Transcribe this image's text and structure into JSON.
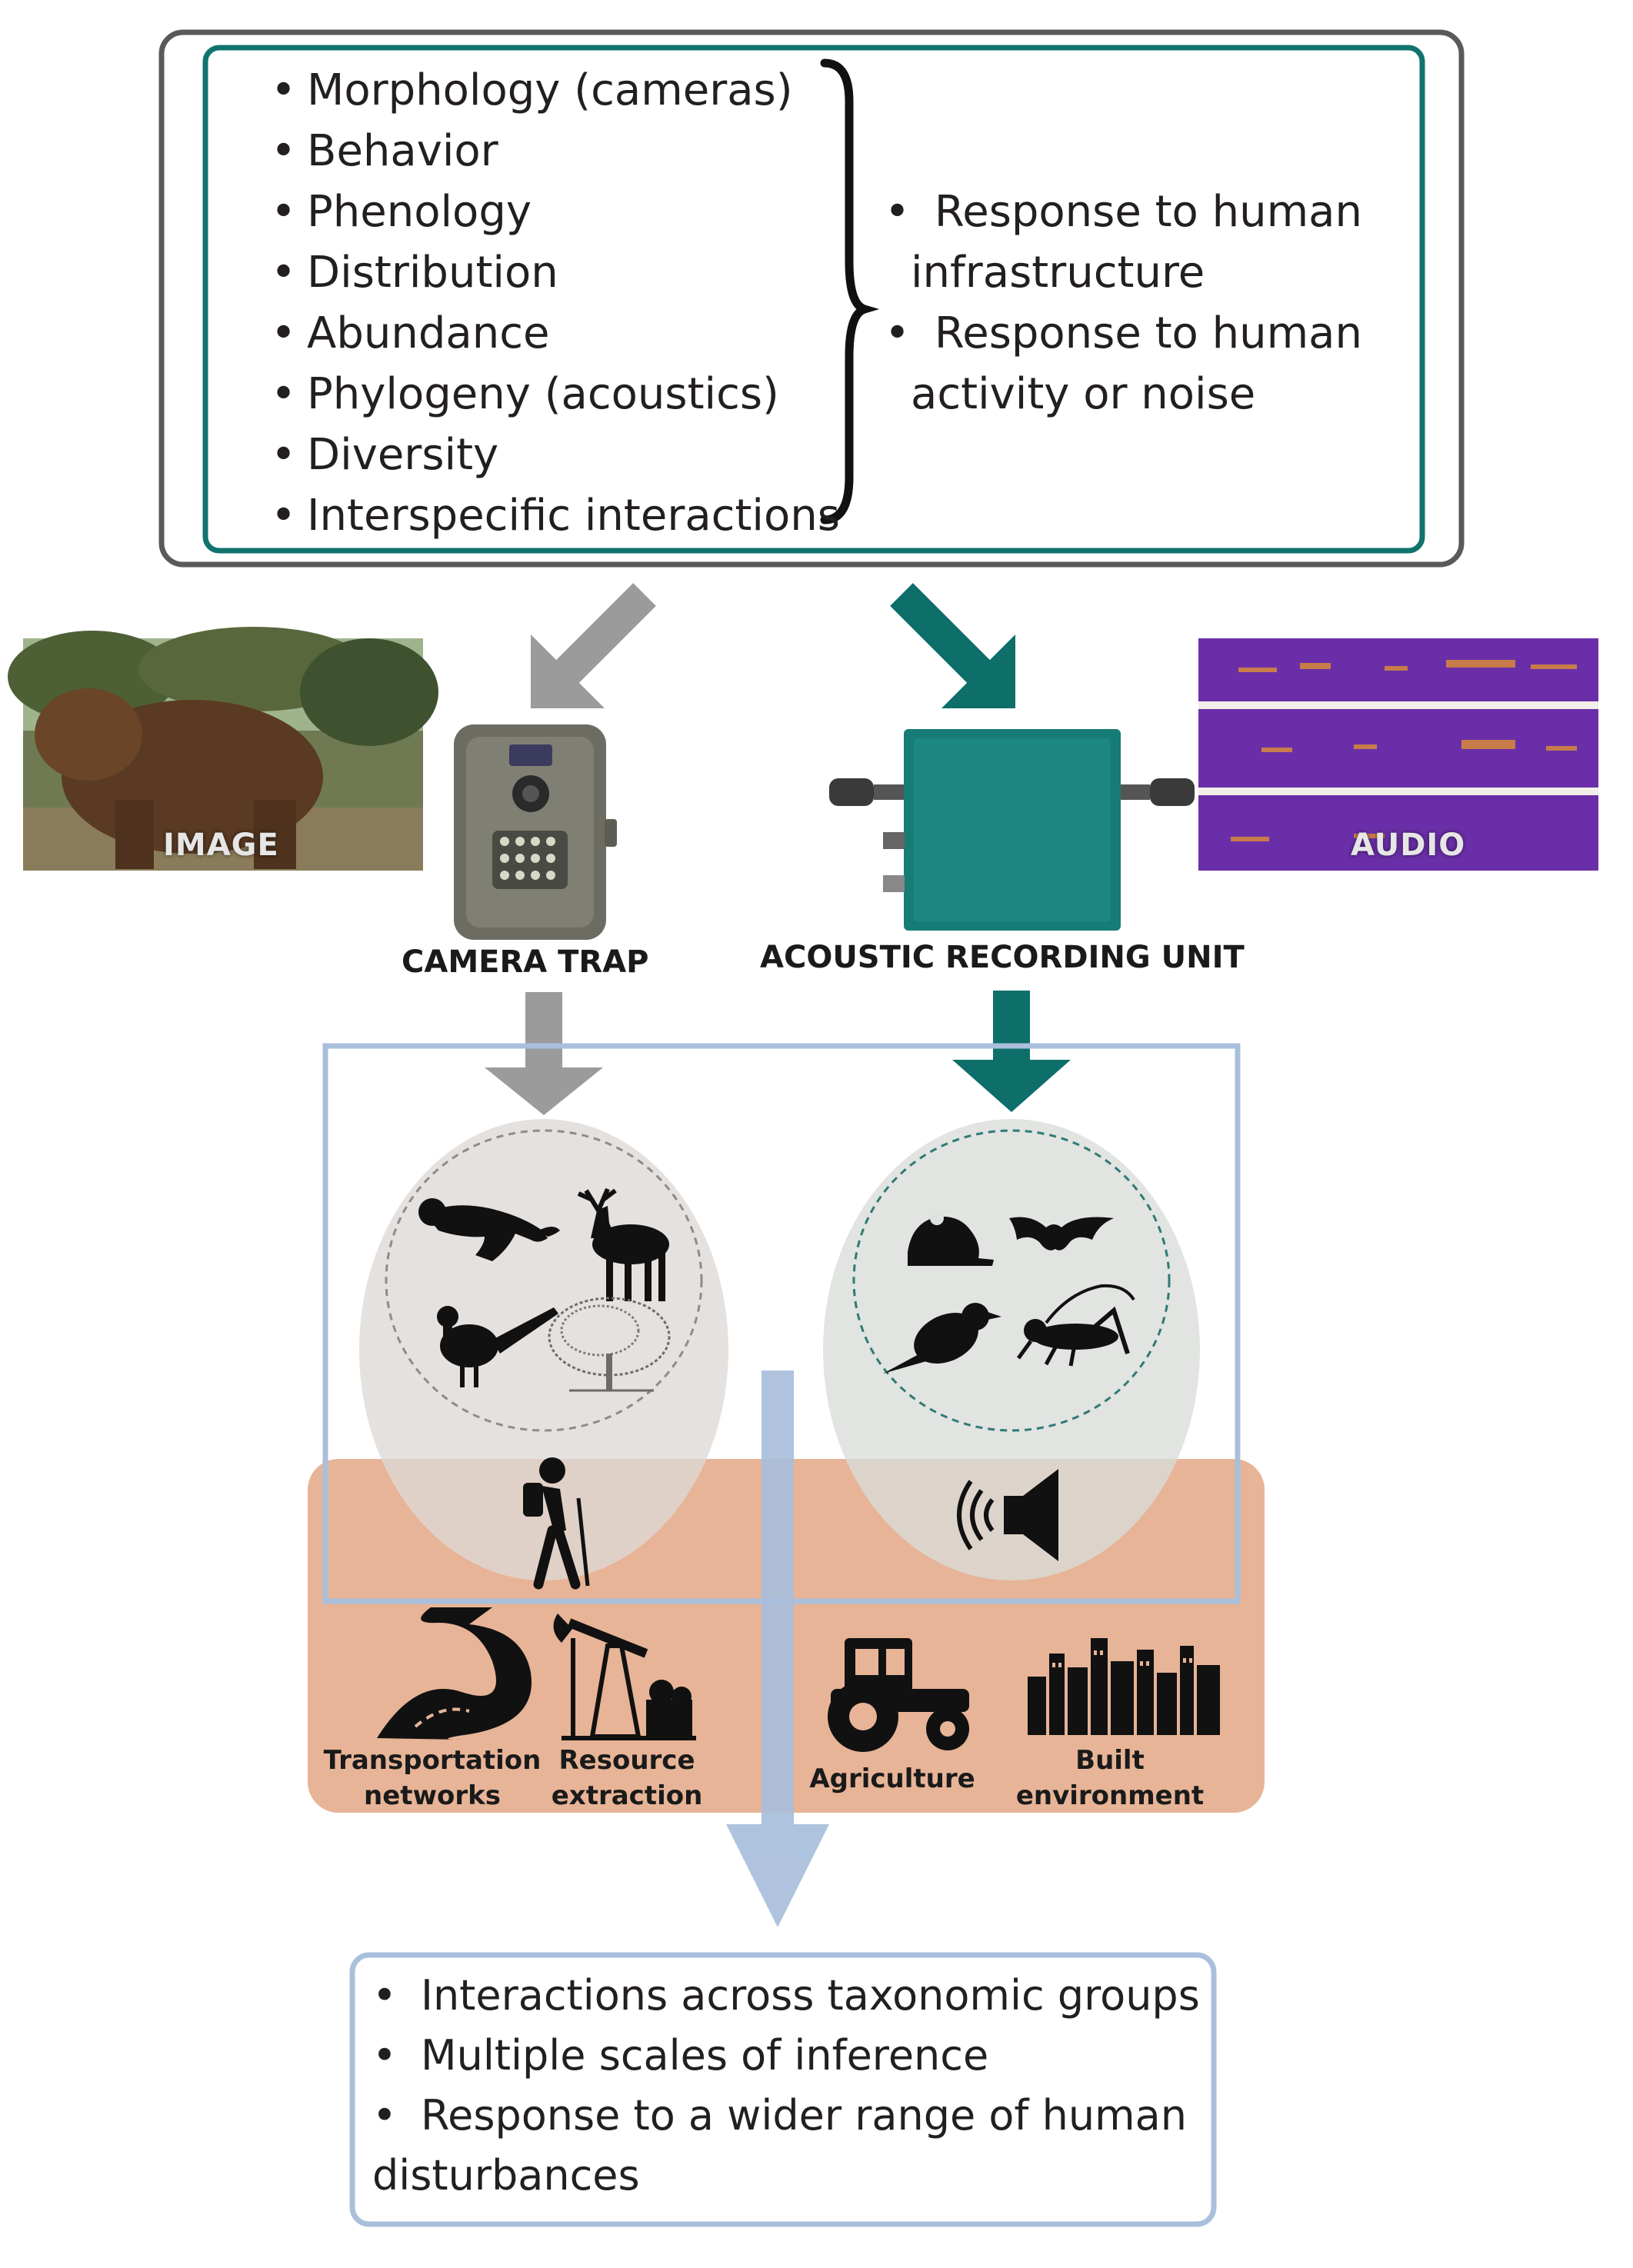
{
  "top_box": {
    "metrics": [
      "Morphology (cameras)",
      "Behavior",
      "Phenology",
      "Distribution",
      "Abundance",
      "Phylogeny (acoustics)",
      "Diversity",
      "Interspecific interactions"
    ],
    "responses": [
      {
        "line1": "Response to human",
        "line2": "infrastructure"
      },
      {
        "line1": "Response to human",
        "line2": "activity or noise"
      }
    ]
  },
  "photos": {
    "image_label": "IMAGE",
    "audio_label": "AUDIO"
  },
  "devices": {
    "camera_label": "CAMERA TRAP",
    "aru_label": "ACOUSTIC RECORDING UNIT"
  },
  "disturbances": [
    {
      "line1": "Transportation",
      "line2": "networks",
      "icon": "road-icon"
    },
    {
      "line1": "Resource",
      "line2": "extraction",
      "icon": "oil-pump-icon"
    },
    {
      "line1": "Agriculture",
      "line2": "",
      "icon": "tractor-icon"
    },
    {
      "line1": "Built",
      "line2": "environment",
      "icon": "city-skyline-icon"
    }
  ],
  "bottom_box": {
    "items": [
      {
        "line1": "Interactions across taxonomic groups",
        "line2": ""
      },
      {
        "line1": "Multiple scales of inference",
        "line2": ""
      },
      {
        "line1": "Response to a wider range of human",
        "line2": "disturbances"
      }
    ]
  },
  "colors": {
    "teal": "#0e6e6a",
    "gray_arrow": "#9b9b9b",
    "blue_frame": "#a9bfdc",
    "blue_arrow": "#a8bedb",
    "peach": "#e7b497",
    "camera_circle": "#ded8d6",
    "audio_circle": "#d9dcd9",
    "spectrogram": "#6a2fa8"
  }
}
